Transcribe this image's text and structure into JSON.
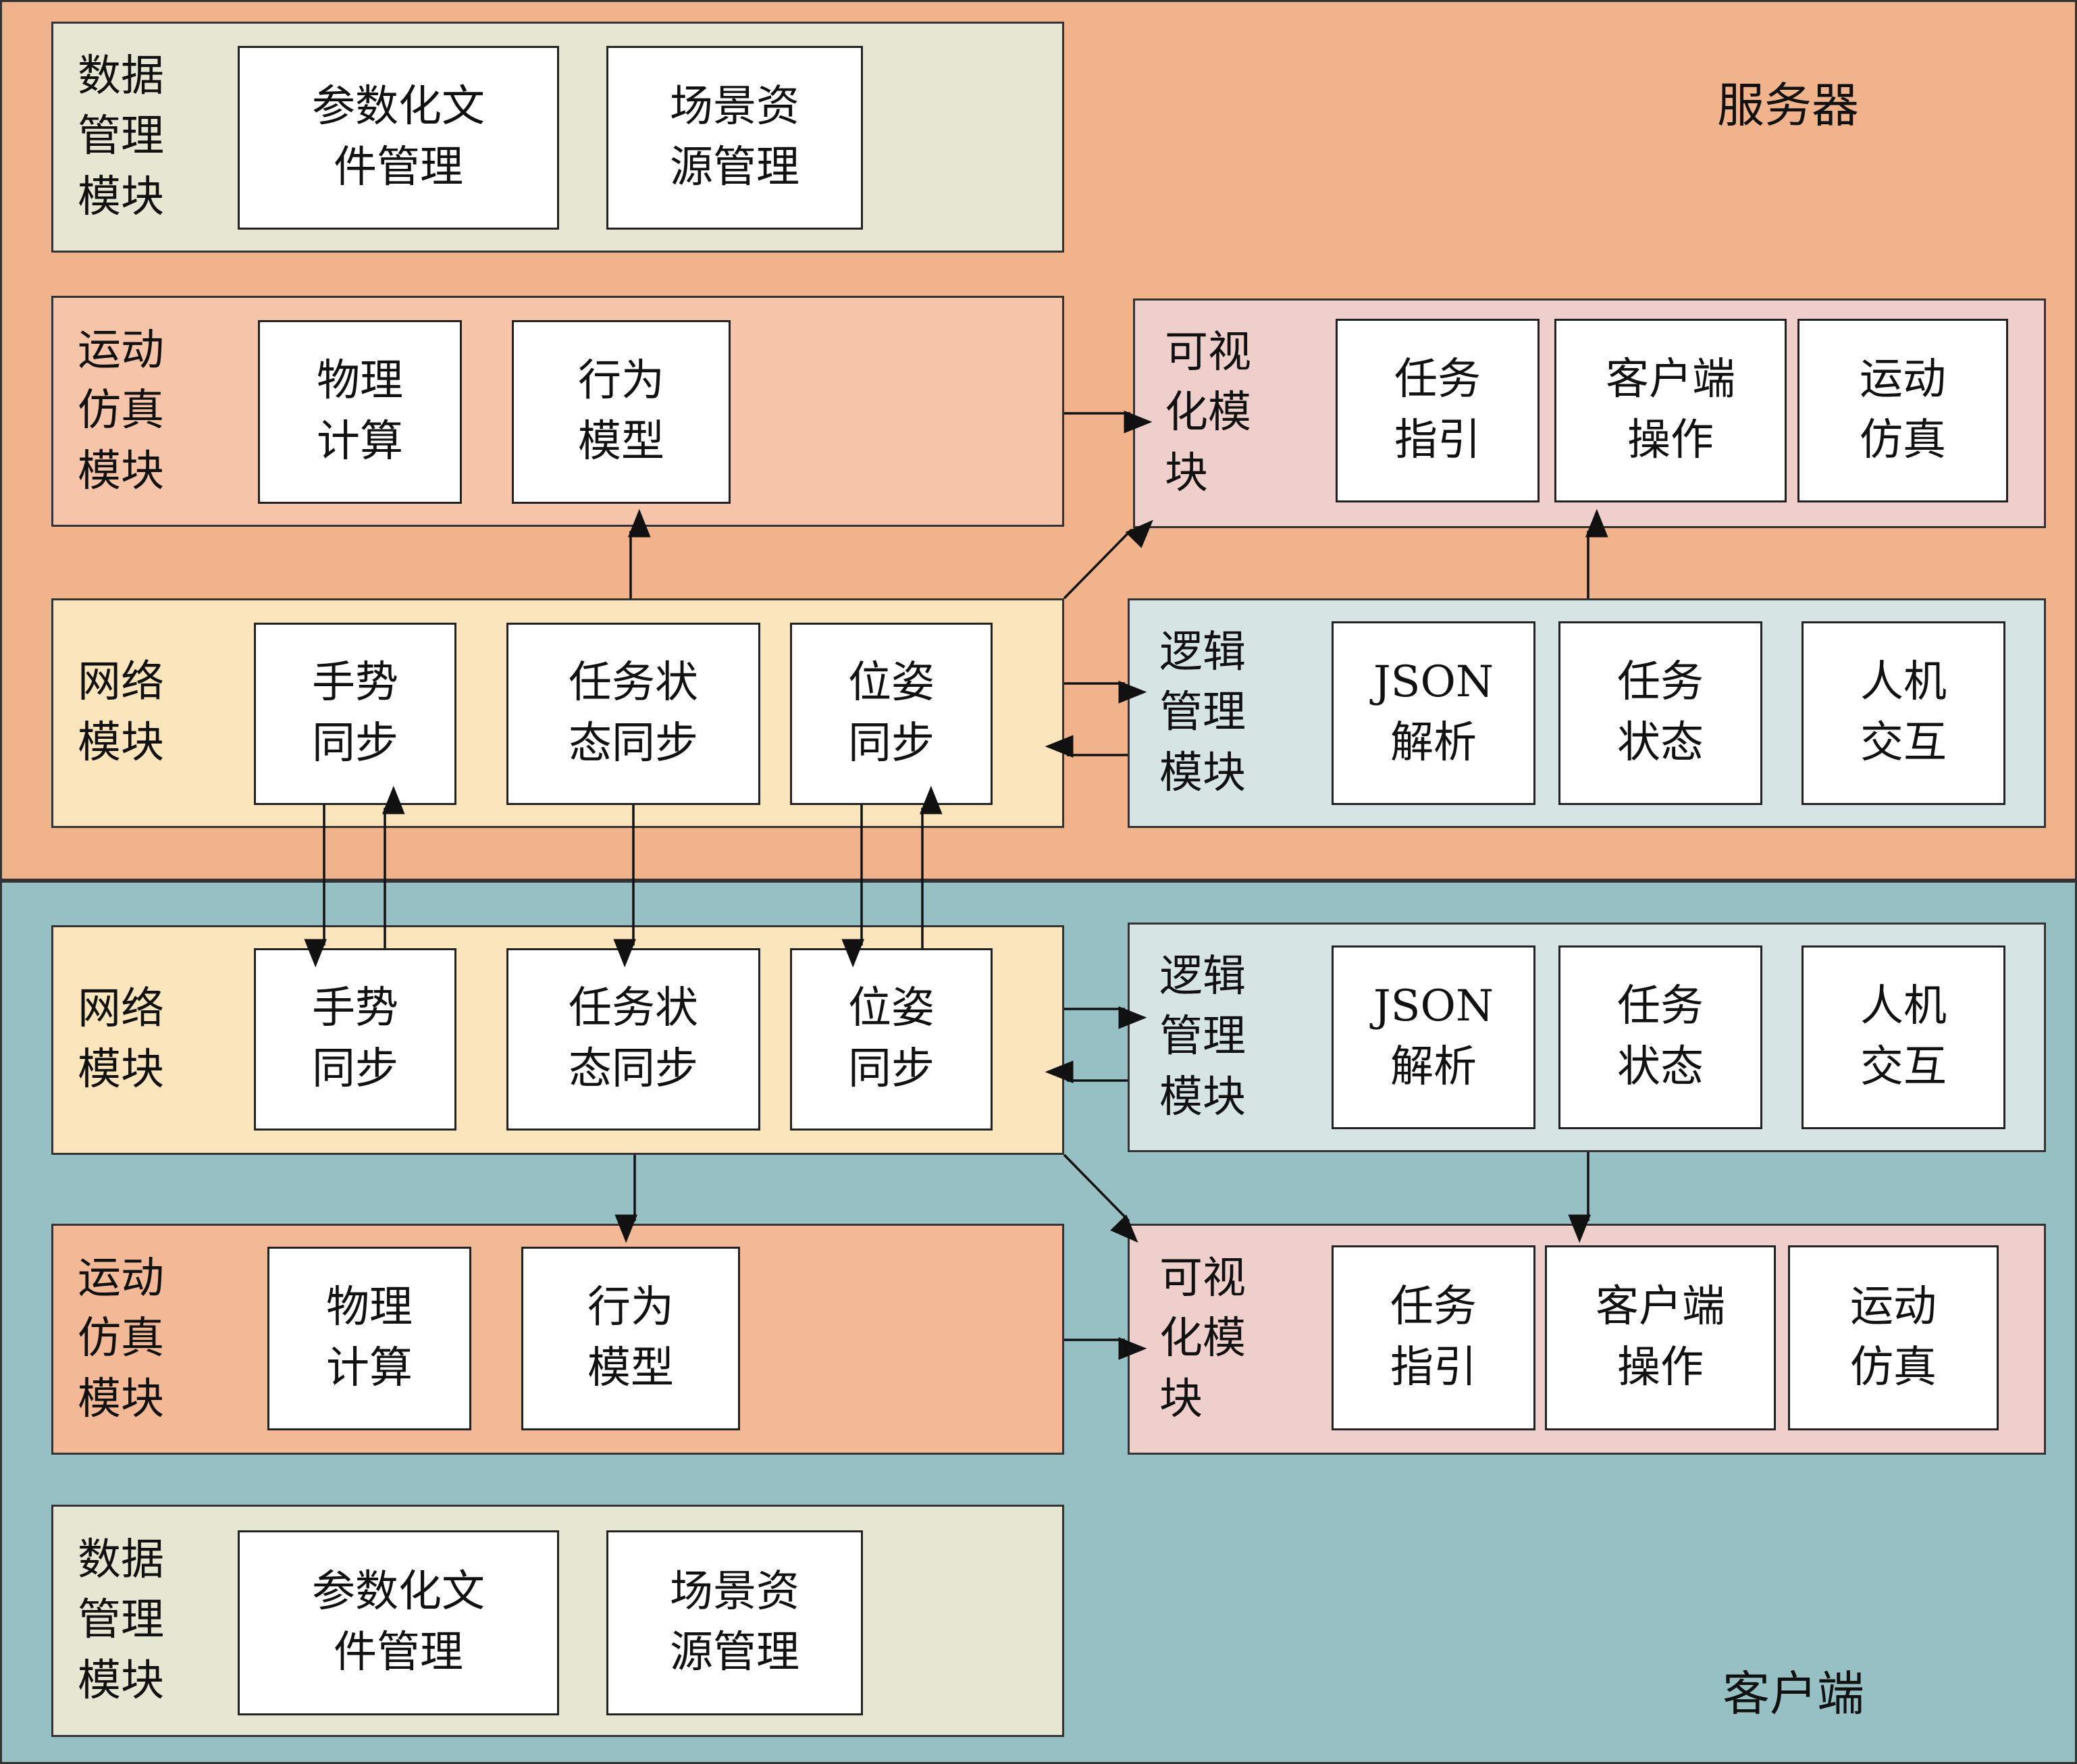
{
  "colors": {
    "server_bg": "#f1b38c",
    "client_bg": "#96c0c4",
    "data_module": "#e5e7d3",
    "sim_module_server": "#f6c5a9",
    "sim_module_client": "#f3b896",
    "network_module": "#fbe5bd",
    "logic_module": "#d6e5e4",
    "vis_module": "#eecfcc",
    "border": "#333333",
    "box_fill": "#ffffff"
  },
  "server": {
    "label": "服务器",
    "data_module": {
      "title": "数据\n管理\n模块",
      "items": [
        "参数化文\n件管理",
        "场景资\n源管理"
      ]
    },
    "sim_module": {
      "title": "运动\n仿真\n模块",
      "items": [
        "物理\n计算",
        "行为\n模型"
      ]
    },
    "vis_module": {
      "title": "可视\n化模\n块",
      "items": [
        "任务\n指引",
        "客户端\n操作",
        "运动\n仿真"
      ]
    },
    "network_module": {
      "title": "网络\n模块",
      "items": [
        "手势\n同步",
        "任务状\n态同步",
        "位姿\n同步"
      ]
    },
    "logic_module": {
      "title": "逻辑\n管理\n模块",
      "items": [
        "JSON\n解析",
        "任务\n状态",
        "人机\n交互"
      ]
    }
  },
  "client": {
    "label": "客户端",
    "network_module": {
      "title": "网络\n模块",
      "items": [
        "手势\n同步",
        "任务状\n态同步",
        "位姿\n同步"
      ]
    },
    "logic_module": {
      "title": "逻辑\n管理\n模块",
      "items": [
        "JSON\n解析",
        "任务\n状态",
        "人机\n交互"
      ]
    },
    "sim_module": {
      "title": "运动\n仿真\n模块",
      "items": [
        "物理\n计算",
        "行为\n模型"
      ]
    },
    "vis_module": {
      "title": "可视\n化模\n块",
      "items": [
        "任务\n指引",
        "客户端\n操作",
        "运动\n仿真"
      ]
    },
    "data_module": {
      "title": "数据\n管理\n模块",
      "items": [
        "参数化文\n件管理",
        "场景资\n源管理"
      ]
    }
  }
}
